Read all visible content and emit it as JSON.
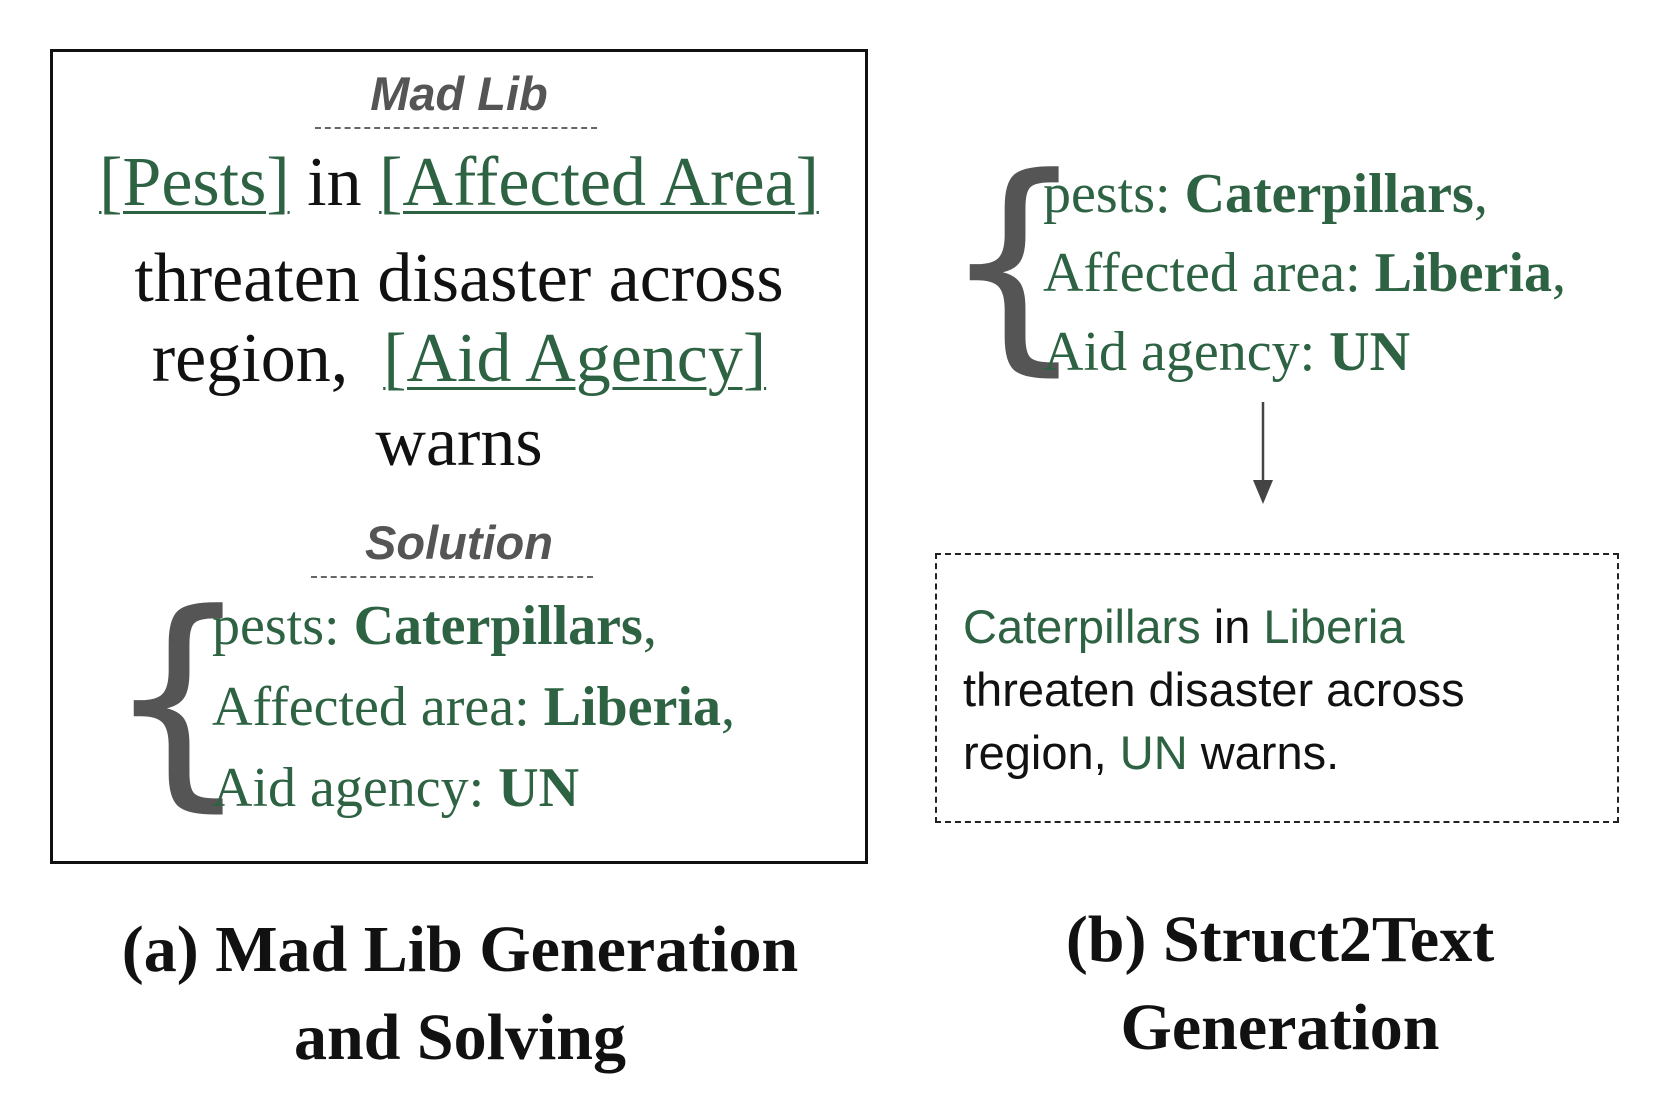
{
  "panel_a": {
    "madlib_title": "Mad Lib",
    "template": {
      "slot_pests": "[Pests]",
      "word_in": "in",
      "slot_area": "[Affected Area]",
      "line2": "threaten disaster across",
      "word_region": "region,",
      "slot_agency": "[Aid Agency]",
      "line4": "warns"
    },
    "solution_title": "Solution",
    "solution": {
      "brace": "{",
      "pests_key": "pests: ",
      "pests_value": "Caterpillars",
      "area_key": "Affected area: ",
      "area_value": "Liberia",
      "agency_key": "Aid agency: ",
      "agency_value": "UN",
      "comma": ","
    },
    "caption_line1": "(a) Mad Lib Generation",
    "caption_line2": "and Solving"
  },
  "panel_b": {
    "structure": {
      "brace": "{",
      "pests_key": "pests: ",
      "pests_value": "Caterpillars",
      "area_key": "Affected area: ",
      "area_value": "Liberia",
      "agency_key": "Aid agency: ",
      "agency_value": "UN",
      "comma": ","
    },
    "output": {
      "w1": "Caterpillars",
      "w2": " in ",
      "w3": "Liberia",
      "line2": "threaten disaster across",
      "w4": "region, ",
      "w5": "UN",
      "w6": " warns."
    },
    "caption_line1": "(b) Struct2Text",
    "caption_line2": "Generation"
  },
  "colors": {
    "slot_green": "#2d6243",
    "heading_gray": "#555555",
    "text": "#111111"
  }
}
